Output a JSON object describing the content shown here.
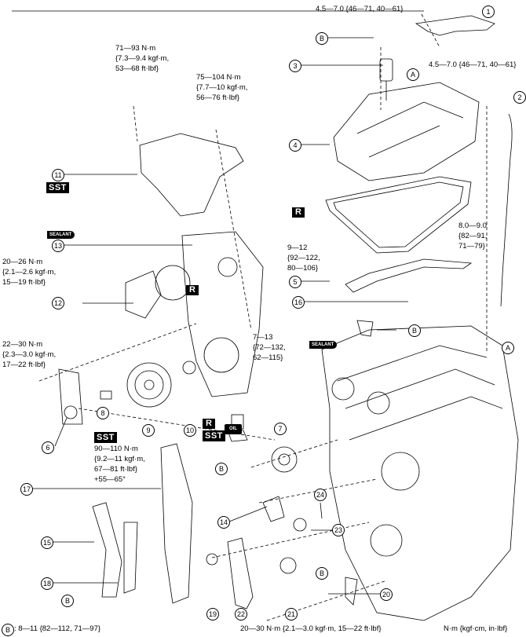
{
  "torque_specs": {
    "t1": "4.5—7.0 {46—71, 40—61}",
    "t2": "4.5—7.0 {46—71, 40—61}",
    "t3_line1": "71—93 N·m",
    "t3_line2": "{7.3—9.4 kgf·m,",
    "t3_line3": "53—68 ft·lbf}",
    "t4_line1": "75—104 N·m",
    "t4_line2": "{7.7—10 kgf·m,",
    "t4_line3": "56—76 ft·lbf}",
    "t5_line1": "8.0—9.0",
    "t5_line2": "{82—91,",
    "t5_line3": "71—79}",
    "t6_line1": "9—12",
    "t6_line2": "{92—122,",
    "t6_line3": "80—106}",
    "t7_line1": "20—26 N·m",
    "t7_line2": "{2.1—2.6 kgf·m,",
    "t7_line3": "15—19 ft·lbf}",
    "t8_line1": "7—13",
    "t8_line2": "{72—132,",
    "t8_line3": "62—115}",
    "t9_line1": "22—30 N·m",
    "t9_line2": "{2.3—3.0 kgf·m,",
    "t9_line3": "17—22 ft·lbf}",
    "t10_line1": "90—110 N·m",
    "t10_line2": "{9.2—11 kgf·m,",
    "t10_line3": "67—81 ft·lbf}",
    "t10_line4": "+55—65°",
    "bottom_b": ": 8—11 {82—112, 71—97}",
    "bottom_mid": "20—30 N·m {2.1—3.0 kgf·m, 15—22 ft·lbf}",
    "units": "N·m {kgf·cm, in·lbf}"
  },
  "labels": {
    "sst": "SST",
    "r": "R",
    "sealant": "SEALANT",
    "oil": "OIL",
    "a": "A",
    "b": "B"
  },
  "callouts": [
    "1",
    "2",
    "3",
    "4",
    "5",
    "6",
    "7",
    "8",
    "9",
    "10",
    "11",
    "12",
    "13",
    "14",
    "15",
    "16",
    "17",
    "18",
    "19",
    "20",
    "21",
    "22",
    "23",
    "24"
  ]
}
